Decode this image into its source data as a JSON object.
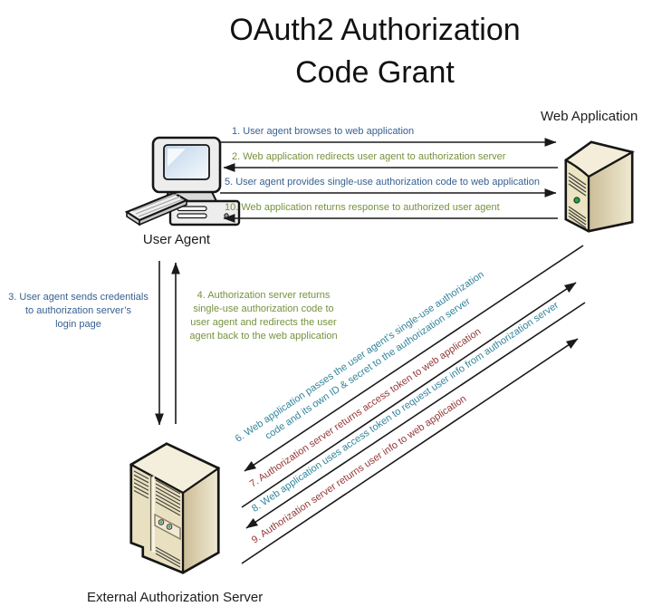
{
  "title": {
    "line1": "OAuth2 Authorization",
    "line2": "Code Grant"
  },
  "nodes": {
    "user_agent": {
      "label": "User Agent",
      "icon": "desktop-computer-icon"
    },
    "web_application": {
      "label": "Web Application",
      "icon": "server-tower-icon"
    },
    "authorization_server": {
      "label": "External Authorization Server",
      "icon": "server-tower-icon"
    }
  },
  "colors": {
    "user_agent_requests": "#376091",
    "responses_to_user_agent": "#76923C",
    "web_app_to_auth_server": "#31849B",
    "auth_server_to_web_app": "#953735",
    "arrow_line": "#1a1a1a",
    "server_body": "#EDE4C4",
    "title_text": "#121212"
  },
  "flows": {
    "f1": {
      "label": "1. User agent browses to web application"
    },
    "f2": {
      "label": "2. Web application redirects user agent to authorization server"
    },
    "f3": {
      "lines": [
        "3. User agent sends credentials",
        "to authorization server’s",
        "login page"
      ]
    },
    "f4": {
      "lines": [
        "4. Authorization server returns",
        "single-use authorization code to",
        "user agent and redirects the user",
        "agent back to the web application"
      ]
    },
    "f5": {
      "label": "5. User agent provides single-use authorization code to web application"
    },
    "f6": {
      "lines": [
        "6. Web application passes the user agent’s single-use authorization",
        "code and its own ID & secret to the authorization server"
      ]
    },
    "f7": {
      "label": "7. Authorization server returns access token to web application"
    },
    "f8": {
      "label": "8. Web application uses access token to request user info from authorization server"
    },
    "f9": {
      "label": "9. Authorization server returns user info to web application"
    },
    "f10": {
      "label": "10. Web application returns response to authorized user agent"
    }
  }
}
